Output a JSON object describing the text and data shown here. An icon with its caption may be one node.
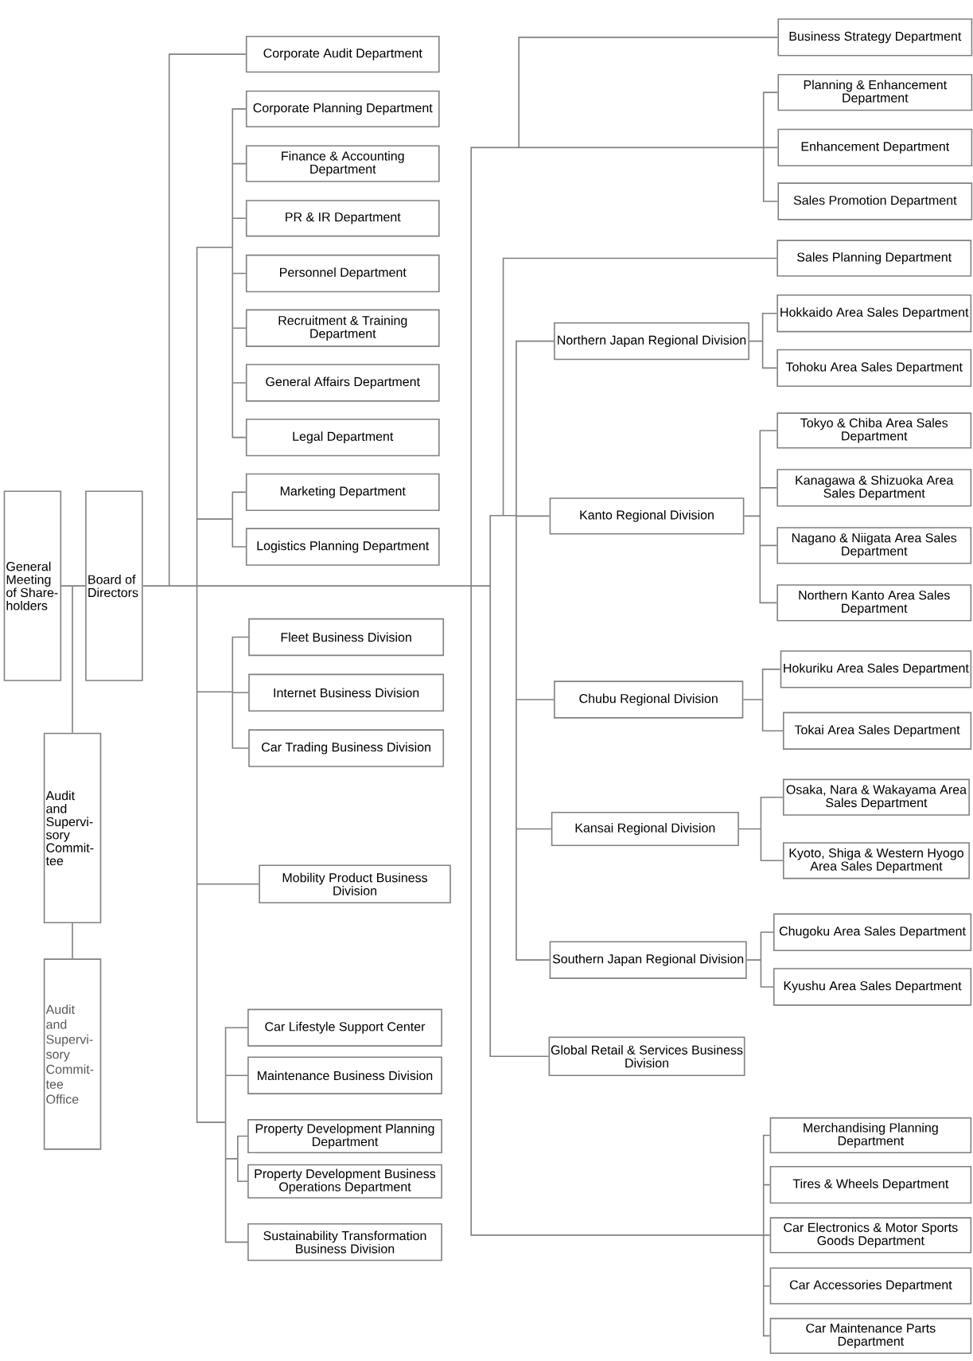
{
  "diagram": {
    "nodes": [
      {
        "text": [
          "General Meeting of Share-holders"
        ]
      },
      {
        "text": [
          "Board of Directors"
        ]
      },
      {
        "text": [
          "Audit and Supervi-sory Commit-tee"
        ]
      },
      {
        "text": [
          "Audit and Supervi-sory Commit-tee Office"
        ]
      },
      {
        "text": [
          "Corporate Audit Department"
        ]
      },
      {
        "text": [
          "Corporate Planning Department"
        ]
      },
      {
        "text": [
          "Finance & Accounting Department"
        ]
      },
      {
        "text": [
          "PR & IR Department"
        ]
      },
      {
        "text": [
          "Personnel Department"
        ]
      },
      {
        "text": [
          "Recruitment & Training Department"
        ]
      },
      {
        "text": [
          "General Affairs Department"
        ]
      },
      {
        "text": [
          "Legal Department"
        ]
      },
      {
        "text": [
          "Marketing Department"
        ]
      },
      {
        "text": [
          "Logistics Planning Department"
        ]
      },
      {
        "text": [
          "Fleet Business Division"
        ]
      },
      {
        "text": [
          "Internet Business Division"
        ]
      },
      {
        "text": [
          "Car Trading Business Division"
        ]
      },
      {
        "text": [
          "Mobility Product Business Division"
        ]
      },
      {
        "text": [
          "Car Lifestyle Support Center"
        ]
      },
      {
        "text": [
          "Maintenance Business Division"
        ]
      },
      {
        "text": [
          "Property Development Planning Department"
        ]
      },
      {
        "text": [
          "Property Development Business Operations Department"
        ]
      },
      {
        "text": [
          "Sustainability Transformation Business Division"
        ]
      },
      {
        "text": [
          "Business Strategy Department"
        ]
      },
      {
        "text": [
          "Planning & Enhancement Department"
        ]
      },
      {
        "text": [
          "Enhancement Department"
        ]
      },
      {
        "text": [
          "Sales Promotion Department"
        ]
      },
      {
        "text": [
          "Sales Planning Department"
        ]
      },
      {
        "text": [
          "Northern Japan Regional Division"
        ]
      },
      {
        "text": [
          "Hokkaido Area Sales Department"
        ]
      },
      {
        "text": [
          "Tohoku Area Sales Department"
        ]
      },
      {
        "text": [
          "Kanto Regional Division"
        ]
      },
      {
        "text": [
          "Tokyo & Chiba Area Sales Department"
        ]
      },
      {
        "text": [
          "Kanagawa & Shizuoka Area Sales Department"
        ]
      },
      {
        "text": [
          "Nagano & Niigata Area Sales Department"
        ]
      },
      {
        "text": [
          "Northern Kanto Area Sales Department"
        ]
      },
      {
        "text": [
          "Chubu Regional Division"
        ]
      },
      {
        "text": [
          "Hokuriku Area Sales Department"
        ]
      },
      {
        "text": [
          "Tokai Area Sales Department"
        ]
      },
      {
        "text": [
          "Kansai Regional Division"
        ]
      },
      {
        "text": [
          "Osaka, Nara & Wakayama Area Sales Department"
        ]
      },
      {
        "text": [
          "Kyoto, Shiga & Western Hyogo Area Sales Department"
        ]
      },
      {
        "text": [
          "Southern Japan Regional Division"
        ]
      },
      {
        "text": [
          "Chugoku Area Sales Department"
        ]
      },
      {
        "text": [
          "Kyushu Area Sales Department"
        ]
      },
      {
        "text": [
          "Global Retail & Services Business Division"
        ]
      },
      {
        "text": [
          "Merchandising Planning Department"
        ]
      },
      {
        "text": [
          "Tires & Wheels Department"
        ]
      },
      {
        "text": [
          "Car Electronics & Motor Sports Goods Department"
        ]
      },
      {
        "text": [
          "Car Accessories Department"
        ]
      },
      {
        "text": [
          "Car Maintenance Parts Department"
        ]
      }
    ],
    "edges": [
      {
        "from": 0,
        "to": 1,
        "arrow": "none"
      },
      {
        "from": 0,
        "to": 2,
        "arrow": "none"
      },
      {
        "from": 2,
        "to": 3,
        "arrow": "none"
      },
      {
        "from": 1,
        "to": 4,
        "arrow": "none"
      },
      {
        "from": 1,
        "to": 5,
        "arrow": "none"
      },
      {
        "from": 1,
        "to": 6,
        "arrow": "none"
      },
      {
        "from": 1,
        "to": 7,
        "arrow": "none"
      },
      {
        "from": 1,
        "to": 8,
        "arrow": "none"
      },
      {
        "from": 1,
        "to": 9,
        "arrow": "none"
      },
      {
        "from": 1,
        "to": 10,
        "arrow": "none"
      },
      {
        "from": 1,
        "to": 11,
        "arrow": "none"
      },
      {
        "from": 1,
        "to": 12,
        "arrow": "none"
      },
      {
        "from": 1,
        "to": 13,
        "arrow": "none"
      },
      {
        "from": 1,
        "to": 14,
        "arrow": "none"
      },
      {
        "from": 1,
        "to": 15,
        "arrow": "none"
      },
      {
        "from": 1,
        "to": 16,
        "arrow": "none"
      },
      {
        "from": 1,
        "to": 17,
        "arrow": "none"
      },
      {
        "from": 1,
        "to": 18,
        "arrow": "none"
      },
      {
        "from": 1,
        "to": 19,
        "arrow": "none"
      },
      {
        "from": 1,
        "to": 20,
        "arrow": "none"
      },
      {
        "from": 1,
        "to": 21,
        "arrow": "none"
      },
      {
        "from": 1,
        "to": 22,
        "arrow": "none"
      },
      {
        "from": 1,
        "to": 23,
        "arrow": "none"
      },
      {
        "from": 1,
        "to": 24,
        "arrow": "none"
      },
      {
        "from": 1,
        "to": 25,
        "arrow": "none"
      },
      {
        "from": 1,
        "to": 26,
        "arrow": "none"
      },
      {
        "from": 1,
        "to": 27,
        "arrow": "none"
      },
      {
        "from": 1,
        "to": 28,
        "arrow": "none"
      },
      {
        "from": 28,
        "to": 29,
        "arrow": "none"
      },
      {
        "from": 28,
        "to": 30,
        "arrow": "none"
      },
      {
        "from": 1,
        "to": 31,
        "arrow": "none"
      },
      {
        "from": 31,
        "to": 32,
        "arrow": "none"
      },
      {
        "from": 31,
        "to": 33,
        "arrow": "none"
      },
      {
        "from": 31,
        "to": 34,
        "arrow": "none"
      },
      {
        "from": 31,
        "to": 35,
        "arrow": "none"
      },
      {
        "from": 1,
        "to": 36,
        "arrow": "none"
      },
      {
        "from": 36,
        "to": 37,
        "arrow": "none"
      },
      {
        "from": 36,
        "to": 38,
        "arrow": "none"
      },
      {
        "from": 1,
        "to": 39,
        "arrow": "none"
      },
      {
        "from": 39,
        "to": 40,
        "arrow": "none"
      },
      {
        "from": 39,
        "to": 41,
        "arrow": "none"
      },
      {
        "from": 1,
        "to": 42,
        "arrow": "none"
      },
      {
        "from": 42,
        "to": 43,
        "arrow": "none"
      },
      {
        "from": 42,
        "to": 44,
        "arrow": "none"
      },
      {
        "from": 1,
        "to": 45,
        "arrow": "none"
      },
      {
        "from": 1,
        "to": 46,
        "arrow": "none"
      },
      {
        "from": 1,
        "to": 47,
        "arrow": "none"
      },
      {
        "from": 1,
        "to": 48,
        "arrow": "none"
      },
      {
        "from": 1,
        "to": 49,
        "arrow": "none"
      },
      {
        "from": 1,
        "to": 50,
        "arrow": "none"
      }
    ]
  }
}
